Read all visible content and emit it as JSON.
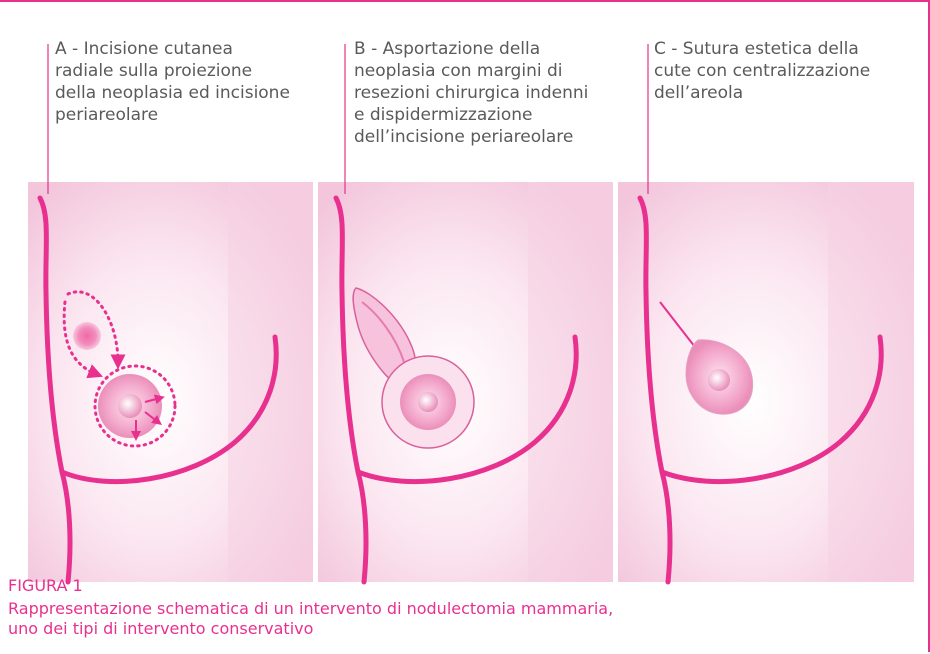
{
  "panels": {
    "a": "A - Incisione cutanea\nradiale sulla proiezione\ndella neoplasia ed incisione\nperiareolare",
    "b": "B - Asportazione della\nneoplasia con margini di\nresezioni chirurgica indenni\ne dispidermizzazione\ndell’incisione periareolare",
    "c": "C - Sutura estetica della\ncute con centralizzazione\ndell’areola"
  },
  "caption": {
    "figure": "FIGURA 1",
    "line1": "Rappresentazione schematica di un intervento di nodulectomia mammaria,",
    "line2": "uno dei tipi di intervento conservativo"
  },
  "colors": {
    "accent": "#e8308f",
    "skin": "#f8dde9",
    "text": "#5a5a5a"
  }
}
